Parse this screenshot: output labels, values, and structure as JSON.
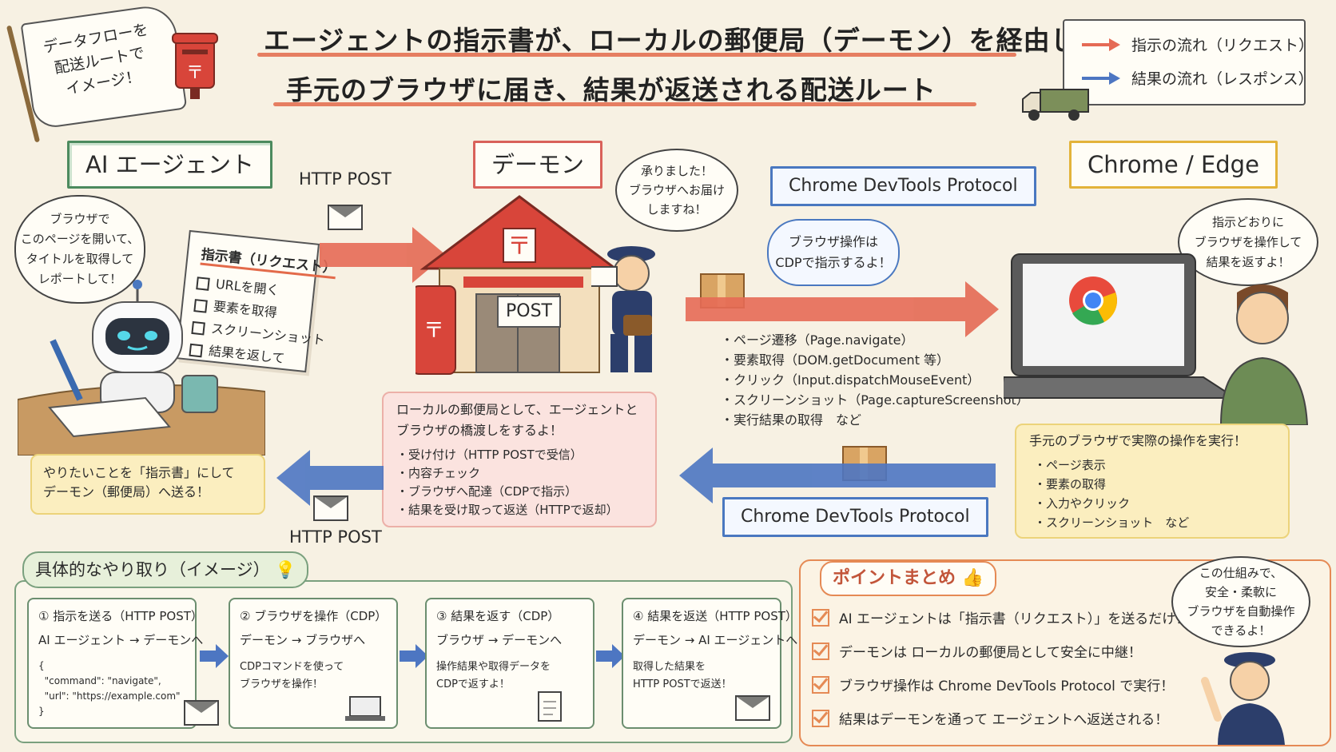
{
  "title": {
    "line1": "エージェントの指示書が、ローカルの郵便局（デーモン）を経由して",
    "line2": "手元のブラウザに届き、結果が返送される配送ルート"
  },
  "flag": {
    "text": "データフローを\n配送ルートで\nイメージ！"
  },
  "legend": {
    "request": "指示の流れ（リクエスト）",
    "response": "結果の流れ（レスポンス）"
  },
  "colors": {
    "request": "#e56a55",
    "response": "#4d76c2",
    "agent": "#4c8a5e",
    "daemon": "#d9615a",
    "browser": "#e3b33a"
  },
  "agent": {
    "header": "AI エージェント",
    "bubble": "ブラウザで\nこのページを開いて、\nタイトルを取得して\nレポートして！",
    "note_title": "指示書（リクエスト）",
    "note_items": [
      "URLを開く",
      "要素を取得",
      "スクリーンショット",
      "結果を返して"
    ],
    "info": "やりたいことを「指示書」にして\nデーモン（郵便局）へ送る！"
  },
  "daemon": {
    "header": "デーモン",
    "bubble": "承りました！\nブラウザへお届け\nしますね！",
    "post_sign": "POST",
    "info_head": "ローカルの郵便局として、エージェントと\nブラウザの橋渡しをするよ！",
    "info_items": "・受け付け（HTTP POSTで受信）\n・内容チェック\n・ブラウザへ配達（CDPで指示）\n・結果を受け取って返送（HTTPで返却）"
  },
  "browser": {
    "header": "Chrome / Edge",
    "bubble": "指示どおりに\nブラウザを操作して\n結果を返すよ！",
    "info_head": "手元のブラウザで実際の操作を実行！",
    "info_items": "・ページ表示\n・要素の取得\n・入力やクリック\n・スクリーンショット　など"
  },
  "flow": {
    "http_post_top": "HTTP POST",
    "http_post_bottom": "HTTP POST",
    "cdp_top": "Chrome DevTools Protocol",
    "cdp_bottom": "Chrome DevTools Protocol",
    "cdp_bubble": "ブラウザ操作は\nCDPで指示するよ！",
    "cdp_list": "・ページ遷移（Page.navigate）\n・要素取得（DOM.getDocument 等）\n・クリック（Input.dispatchMouseEvent）\n・スクリーンショット（Page.captureScreenshot）\n・実行結果の取得　など"
  },
  "exchange": {
    "title": "具体的なやり取り（イメージ）",
    "steps": [
      {
        "title": "① 指示を送る（HTTP POST）",
        "sub": "AI エージェント → デーモンへ",
        "body": "{\n  \"command\": \"navigate\",\n  \"url\": \"https://example.com\"\n}"
      },
      {
        "title": "② ブラウザを操作（CDP）",
        "sub": "デーモン → ブラウザへ",
        "body": "CDPコマンドを使って\nブラウザを操作！"
      },
      {
        "title": "③ 結果を返す（CDP）",
        "sub": "ブラウザ → デーモンへ",
        "body": "操作結果や取得データを\nCDPで返すよ！"
      },
      {
        "title": "④ 結果を返送（HTTP POST）",
        "sub": "デーモン → AI エージェントへ",
        "body": "取得した結果を\nHTTP POSTで返送！"
      }
    ]
  },
  "points": {
    "title": "ポイントまとめ",
    "items": [
      "AI エージェントは「指示書（リクエスト）」を送るだけ！",
      "デーモンは ローカルの郵便局として安全に中継！",
      "ブラウザ操作は Chrome DevTools Protocol で実行！",
      "結果はデーモンを通って エージェントへ返送される！"
    ],
    "bubble": "この仕組みで、\n安全・柔軟に\nブラウザを自動操作\nできるよ！"
  }
}
